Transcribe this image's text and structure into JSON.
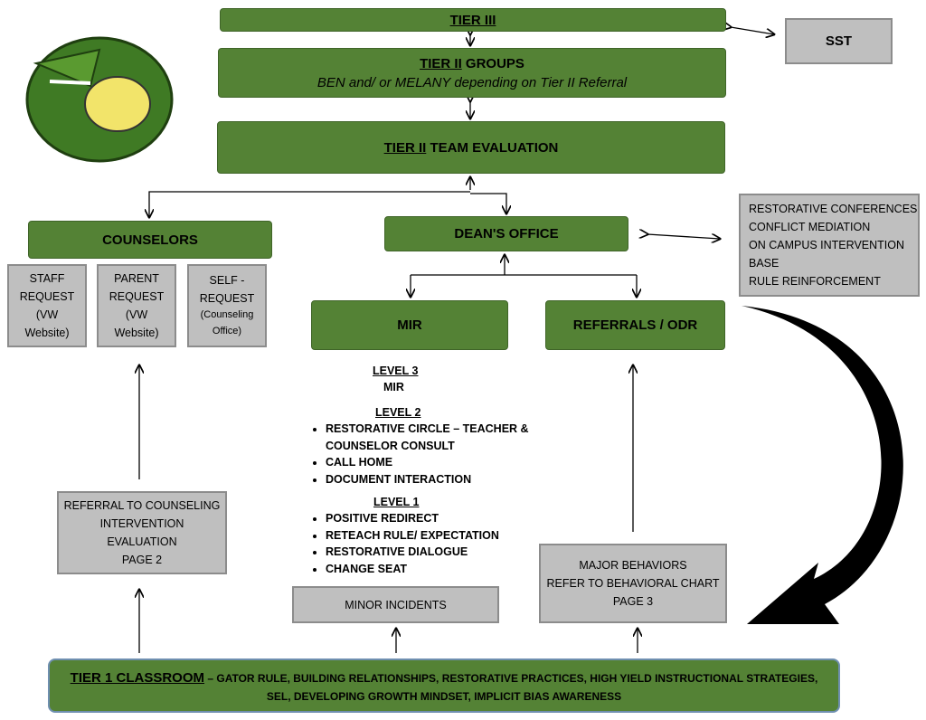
{
  "tier3": "TIER III",
  "sst": "SST",
  "tier2_groups": {
    "title": "TIER II",
    "title_rest": " GROUPS",
    "subtitle": "BEN and/ or MELANY depending on Tier II Referral"
  },
  "tier2_eval": {
    "title": "TIER II",
    "title_rest": " TEAM EVALUATION"
  },
  "counselors": "COUNSELORS",
  "requests": [
    {
      "lines": [
        "STAFF",
        "REQUEST",
        "(VW",
        "Website)"
      ]
    },
    {
      "lines": [
        "PARENT",
        "REQUEST",
        "(VW",
        "Website)"
      ]
    },
    {
      "lines": [
        "SELF -",
        "REQUEST",
        "(Counseling",
        "Office)"
      ]
    }
  ],
  "deans_office": "DEAN'S OFFICE",
  "dean_services": [
    "RESTORATIVE CONFERENCES",
    "CONFLICT MEDIATION",
    "ON CAMPUS INTERVENTION",
    "BASE",
    "RULE REINFORCEMENT"
  ],
  "mir": "MIR",
  "referrals": "REFERRALS / ODR",
  "levels": {
    "level3": {
      "title": "LEVEL 3",
      "text": "MIR"
    },
    "level2": {
      "title": "LEVEL 2",
      "items": [
        "RESTORATIVE CIRCLE – TEACHER & COUNSELOR CONSULT",
        "CALL HOME",
        "DOCUMENT INTERACTION"
      ]
    },
    "level1": {
      "title": "LEVEL 1",
      "items": [
        "POSITIVE REDIRECT",
        "RETEACH RULE/ EXPECTATION",
        "RESTORATIVE DIALOGUE",
        "CHANGE SEAT"
      ]
    }
  },
  "counseling_referral": [
    "REFERRAL TO COUNSELING",
    "INTERVENTION",
    "EVALUATION",
    "PAGE 2"
  ],
  "minor_incidents": "MINOR INCIDENTS",
  "major_behaviors": [
    "MAJOR BEHAVIORS",
    "REFER TO BEHAVIORAL CHART",
    "PAGE 3"
  ],
  "tier1": {
    "title": "TIER 1 CLASSROOM",
    "text": " – GATOR RULE, BUILDING RELATIONSHIPS, RESTORATIVE PRACTICES, HIGH YIELD INSTRUCTIONAL STRATEGIES, SEL, DEVELOPING GROWTH MINDSET, IMPLICIT BIAS AWARENESS"
  },
  "colors": {
    "green": "#548235",
    "gray": "#bfbfbf"
  }
}
